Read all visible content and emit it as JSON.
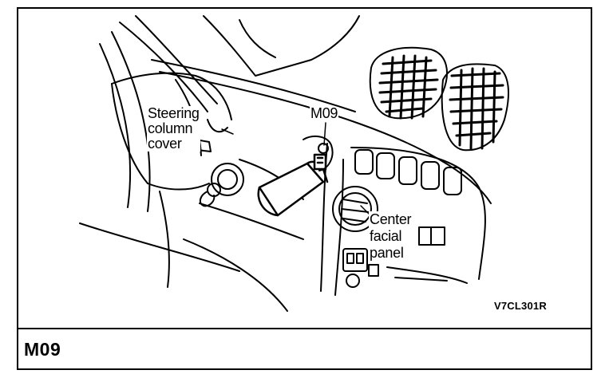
{
  "labels": {
    "steering": [
      "Steering",
      "column",
      "cover"
    ],
    "connector": "M09",
    "panel": [
      "Center",
      "facial",
      "panel"
    ]
  },
  "figure_code": "V7CL301R",
  "section_title": "M09",
  "colors": {
    "ink": "#000000",
    "paper": "#ffffff"
  }
}
